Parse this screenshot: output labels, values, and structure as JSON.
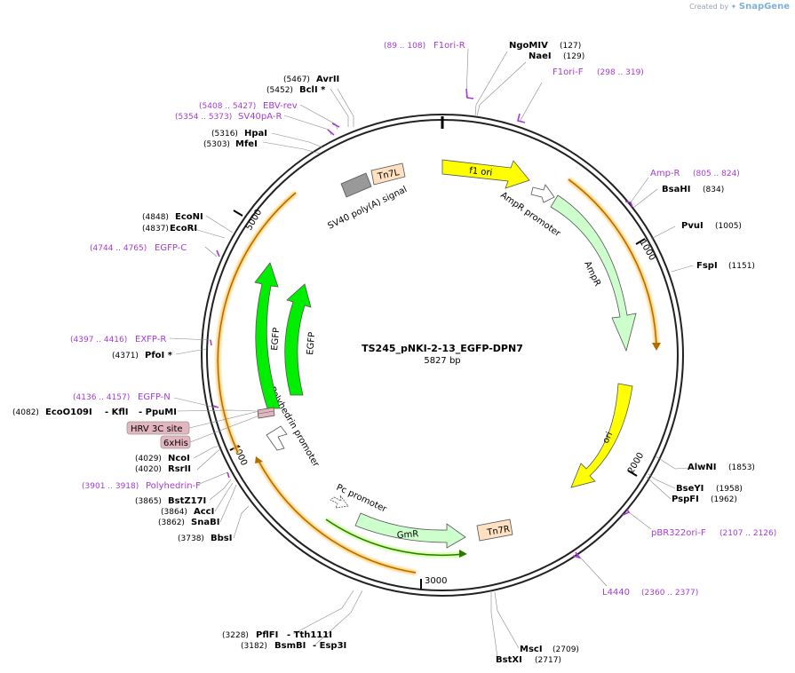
{
  "branding": {
    "created_by": "Created by",
    "app": "SnapGene"
  },
  "plasmid": {
    "name": "TS245_pNKI-2-13_EGFP-DPN7",
    "size_label": "5827 bp",
    "length": 5827
  },
  "ticks": [
    "1000",
    "2000",
    "3000",
    "4000",
    "5000"
  ],
  "features": [
    {
      "label": "f1 ori",
      "fill": "#ffff00"
    },
    {
      "label": "AmpR promoter",
      "fill": "#ffffff"
    },
    {
      "label": "AmpR",
      "fill": "#ccffcc"
    },
    {
      "label": "ori",
      "fill": "#ffff00"
    },
    {
      "label": "Tn7R",
      "fill": "#ffe0c0"
    },
    {
      "label": "GmR",
      "fill": "#ccffcc"
    },
    {
      "label": "Pc promoter",
      "fill": "#ffffff"
    },
    {
      "label": "Polyhedrin promoter",
      "fill": "#ffffff"
    },
    {
      "label": "EGFP",
      "fill": "#00ee00"
    },
    {
      "label": "EGFP",
      "fill": "#00ee00"
    },
    {
      "label": "SV40 poly(A) signal",
      "fill": "#999999"
    },
    {
      "label": "Tn7L",
      "fill": "#ffe0c0"
    },
    {
      "label": "HRV 3C site",
      "fill": "#e3b5c0"
    },
    {
      "label": "6xHis",
      "fill": "#e3b5c0"
    }
  ],
  "enzymes": [
    {
      "name": "NgoMIV",
      "pos": "(127)"
    },
    {
      "name": "NaeI",
      "pos": "(129)"
    },
    {
      "name": "BsaHI",
      "pos": "(834)"
    },
    {
      "name": "PvuI",
      "pos": "(1005)"
    },
    {
      "name": "FspI",
      "pos": "(1151)"
    },
    {
      "name": "AlwNI",
      "pos": "(1853)"
    },
    {
      "name": "BseYI",
      "pos": "(1958)"
    },
    {
      "name": "PspFI",
      "pos": "(1962)"
    },
    {
      "name": "MscI",
      "pos": "(2709)"
    },
    {
      "name": "BstXI",
      "pos": "(2717)"
    },
    {
      "name": "PflFI",
      "pos": "(3228)",
      "extra": "- Tth111I"
    },
    {
      "name": "BsmBI",
      "pos": "(3182)",
      "extra": "- Esp3I"
    },
    {
      "name": "BbsI",
      "pos": "(3738)"
    },
    {
      "name": "SnaBI",
      "pos": "(3862)"
    },
    {
      "name": "AccI",
      "pos": "(3864)"
    },
    {
      "name": "BstZ17I",
      "pos": "(3865)"
    },
    {
      "name": "RsrII",
      "pos": "(4020)"
    },
    {
      "name": "NcoI",
      "pos": "(4029)"
    },
    {
      "name": "EcoO109I",
      "pos": "(4082)",
      "extra1": "- KflI",
      "extra2": "- PpuMI"
    },
    {
      "name": "PfoI *",
      "pos": "(4371)"
    },
    {
      "name": "EcoRI",
      "pos": "(4837)"
    },
    {
      "name": "EcoNI",
      "pos": "(4848)"
    },
    {
      "name": "MfeI",
      "pos": "(5303)"
    },
    {
      "name": "HpaI",
      "pos": "(5316)"
    },
    {
      "name": "BclI *",
      "pos": "(5452)"
    },
    {
      "name": "AvrII",
      "pos": "(5467)"
    }
  ],
  "primers": [
    {
      "name": "F1ori-R",
      "pos": "(89 .. 108)"
    },
    {
      "name": "F1ori-F",
      "pos": "(298 .. 319)"
    },
    {
      "name": "Amp-R",
      "pos": "(805 .. 824)"
    },
    {
      "name": "pBR322ori-F",
      "pos": "(2107 .. 2126)"
    },
    {
      "name": "L4440",
      "pos": "(2360 .. 2377)"
    },
    {
      "name": "Polyhedrin-F",
      "pos": "(3901 .. 3918)"
    },
    {
      "name": "EGFP-N",
      "pos": "(4136 .. 4157)"
    },
    {
      "name": "EXFP-R",
      "pos": "(4397 .. 4416)"
    },
    {
      "name": "EGFP-C",
      "pos": "(4744 .. 4765)"
    },
    {
      "name": "SV40pA-R",
      "pos": "(5354 .. 5373)"
    },
    {
      "name": "EBV-rev",
      "pos": "(5408 .. 5427)"
    }
  ],
  "colors": {
    "primer": "#a43bd6",
    "backbone": "#222222",
    "primer_bind": "#ff8c00"
  }
}
